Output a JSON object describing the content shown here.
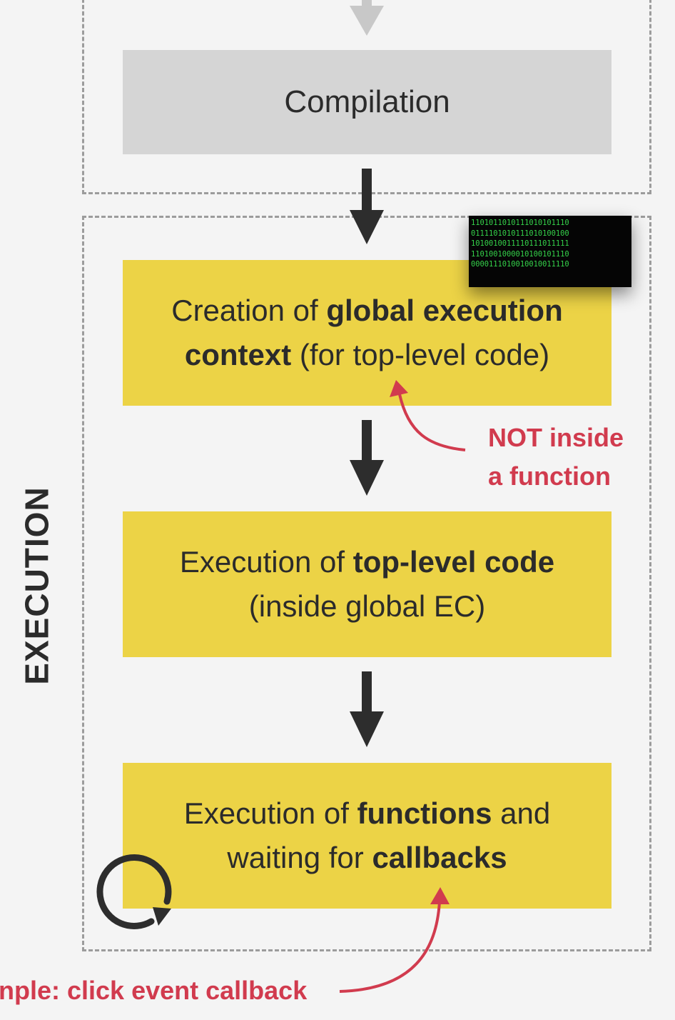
{
  "compilation": {
    "label": "Compilation"
  },
  "execution_label": "EXECUTION",
  "steps": [
    {
      "normal_1": "Creation of ",
      "bold_1": "global execution",
      "bold_2": "context",
      "normal_2": " (for top-level code)"
    },
    {
      "normal_1": "Execution of ",
      "bold_1": "top-level code",
      "normal_2": "(inside global EC)"
    },
    {
      "normal_1": "Execution of ",
      "bold_1": "functions",
      "normal_2": " and",
      "normal_3": "waiting for ",
      "bold_2": "callbacks"
    }
  ],
  "notes": {
    "not_inside_line1": "NOT inside",
    "not_inside_line2": "a function",
    "example": "nple: click event callback"
  },
  "binary_lines": [
    "1101011010111010101110",
    "0111101010111010100100",
    "1010010011110111011111",
    "1101001000010100101110",
    "0000111010010010011110"
  ],
  "colors": {
    "background": "#f4f4f4",
    "gray_box": "#d5d5d5",
    "yellow_box": "#ecd346",
    "arrow": "#2d2d2d",
    "arrow_faded": "#c8c8c8",
    "red_accent": "#d13b4e",
    "binary_text": "#35d24a"
  },
  "icons": [
    "down-arrow-icon",
    "loop-icon",
    "curved-arrow-icon"
  ]
}
